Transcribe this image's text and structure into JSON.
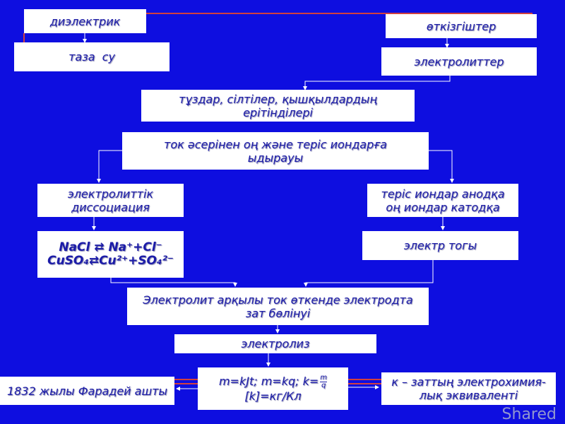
{
  "nodes": {
    "dielectric": "диэлектрик",
    "pure_water": "таза  су",
    "conductors": "өткізгіштер",
    "electrolytes": "электролиттер",
    "solutions_1": "тұздар, сілтілер, қышқылдардың",
    "solutions_2": "ерітінділері",
    "dissociation_1": "ток әсерінен оң және теріс иондарға",
    "dissociation_2": "ыдырауы",
    "electrolytic_1": "электролиттік",
    "electrolytic_2": "диссоциация",
    "ions_1": "теріс иондар анодқа",
    "ions_2": "оң иондар катодқа",
    "reaction_1": "NaCl ⇄ Na⁺+Cl⁻",
    "reaction_2": "CuSO₄⇄Cu²⁺+SO₄²⁻",
    "current": "электр тогы",
    "deposition_1": "Электролит арқылы ток өткенде электродта",
    "deposition_2": "зат бөлінуі",
    "electrolysis": "электролиз",
    "formula_1": "m=kJt; m=kq; k=",
    "formula_num": "m",
    "formula_den": "q",
    "formula_2": "[k]=кг/Кл",
    "faraday": "1832 жылы Фарадей ашты",
    "equivalent_1": "к – заттың электрохимия-",
    "equivalent_2": "лық эквиваленті"
  },
  "watermark": "Shared",
  "colors": {
    "background": "#0e0ee0",
    "box": "#ffffff",
    "text": "#1c1ca8",
    "accent_line": "#d04040"
  }
}
